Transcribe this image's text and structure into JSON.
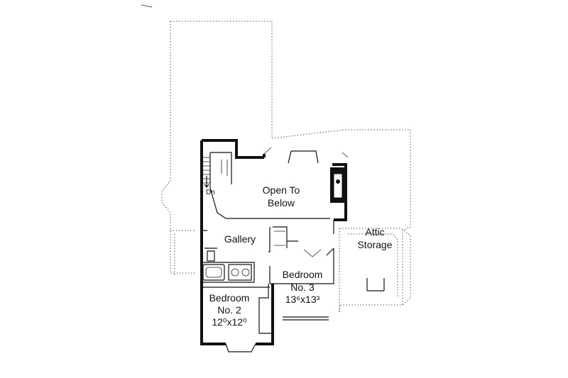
{
  "rooms": {
    "open_to_below": {
      "line1": "Open To",
      "line2": "Below"
    },
    "gallery": {
      "name": "Gallery"
    },
    "attic": {
      "line1": "Attic",
      "line2": "Storage"
    },
    "bedroom3": {
      "line1": "Bedroom",
      "line2": "No. 3",
      "dims": "13⁶x13³"
    },
    "bedroom2": {
      "line1": "Bedroom",
      "line2": "No. 2",
      "dims": "12⁰x12⁰"
    }
  },
  "stair": {
    "label": "Dn"
  }
}
